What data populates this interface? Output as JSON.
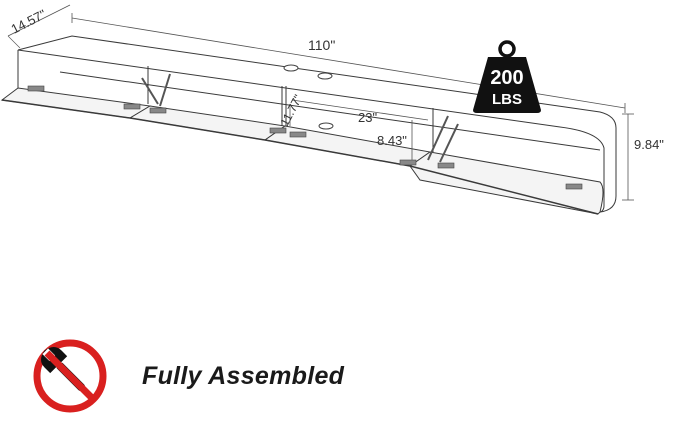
{
  "dimensions": {
    "depth": "14.57\"",
    "length": "110\"",
    "compartment_width": "23\"",
    "compartment_height_outer": "11.77\"",
    "compartment_height_inner": "8.43\"",
    "height": "9.84\""
  },
  "weight_badge": {
    "value": "200",
    "unit": "LBS",
    "icon": "weight-icon"
  },
  "assembly": {
    "label": "Fully Assembled",
    "icon": "no-tools-icon",
    "accent_color": "#d9201f"
  }
}
